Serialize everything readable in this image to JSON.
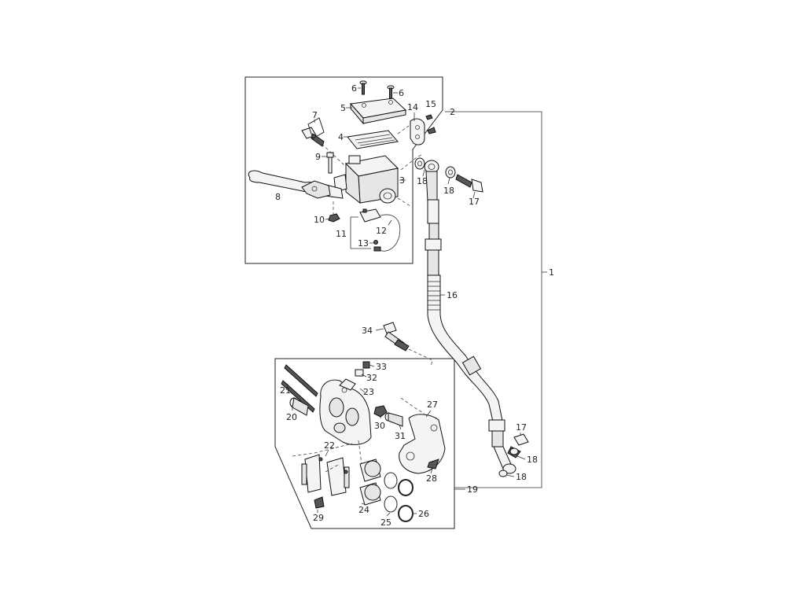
{
  "diagram": {
    "callouts": {
      "c1": "1",
      "c2": "2",
      "c3": "3",
      "c4": "4",
      "c5": "5",
      "c6a": "6",
      "c6b": "6",
      "c7": "7",
      "c8": "8",
      "c9": "9",
      "c10": "10",
      "c11": "11",
      "c12": "12",
      "c13": "13",
      "c14": "14",
      "c15": "15",
      "c16": "16",
      "c17a": "17",
      "c17b": "17",
      "c18a": "18",
      "c18b": "18",
      "c18c": "18",
      "c18d": "18",
      "c19": "19",
      "c20": "20",
      "c21": "21",
      "c22": "22",
      "c23": "23",
      "c24": "24",
      "c25": "25",
      "c26": "26",
      "c27": "27",
      "c28": "28",
      "c29": "29",
      "c30": "30",
      "c31": "31",
      "c32": "32",
      "c33": "33",
      "c34": "34"
    }
  }
}
